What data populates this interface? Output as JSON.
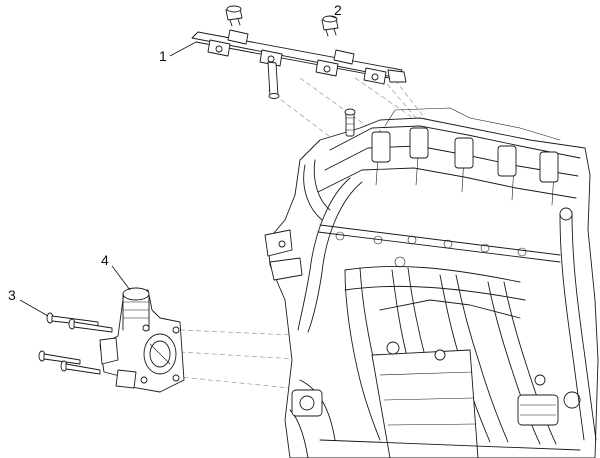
{
  "callouts": [
    {
      "id": "1",
      "label": "1"
    },
    {
      "id": "2",
      "label": "2"
    },
    {
      "id": "3",
      "label": "3"
    },
    {
      "id": "4",
      "label": "4"
    }
  ],
  "colors": {
    "line": "#1a1a1a",
    "dash": "#8a8a8a",
    "background": "#ffffff"
  }
}
